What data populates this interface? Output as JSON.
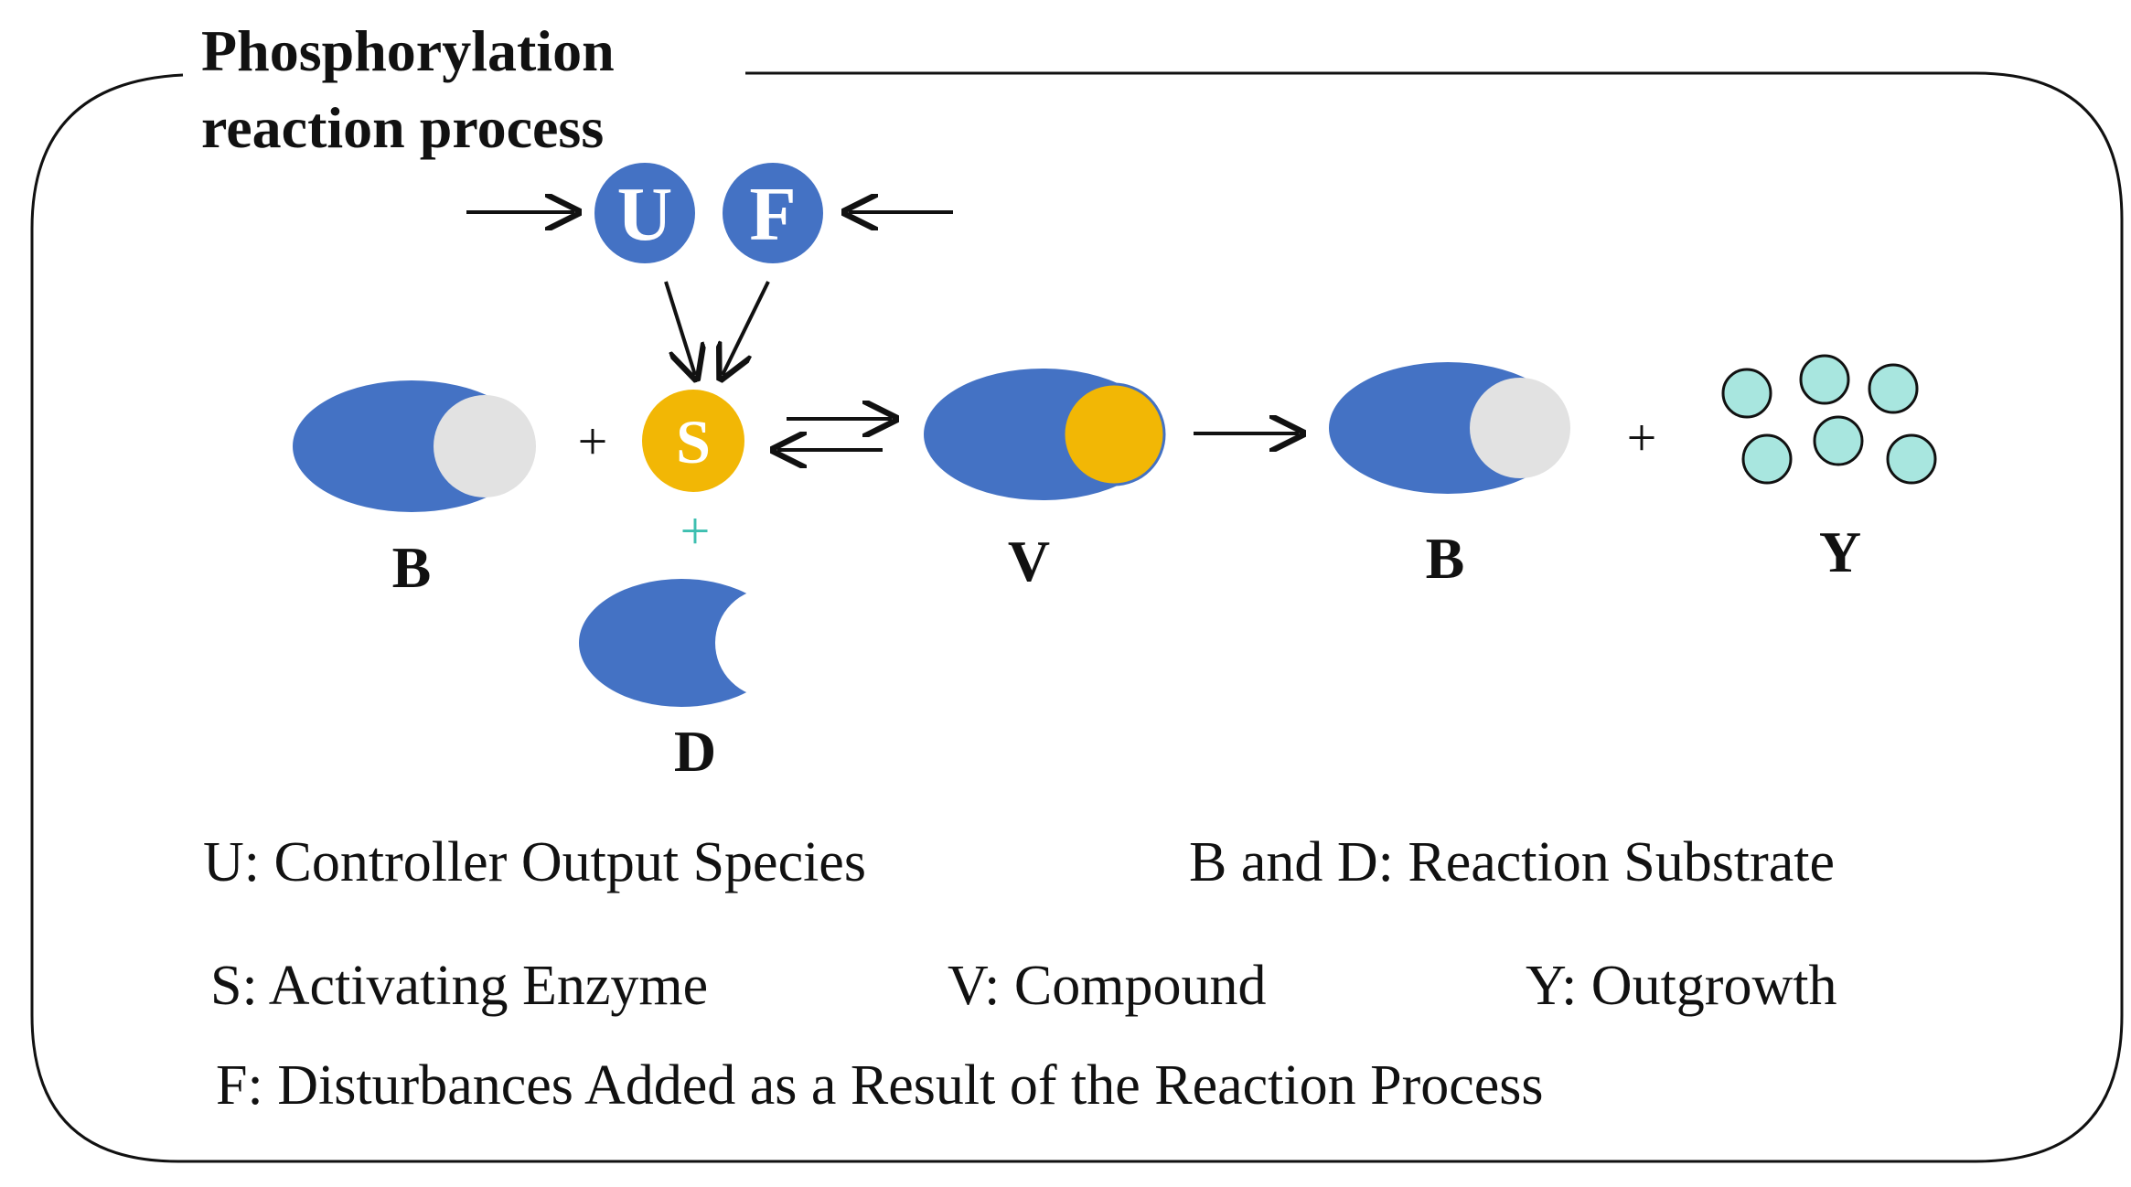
{
  "diagram": {
    "title_lines": [
      "Phosphorylation",
      "reaction process"
    ],
    "nodes": {
      "u": "U",
      "f": "F",
      "s": "S",
      "b_left": "B",
      "d": "D",
      "v": "V",
      "b_right": "B",
      "y": "Y"
    },
    "operators": {
      "plus_bs": "+",
      "plus_sd": "+",
      "plus_by": "+"
    },
    "legend": {
      "u": "U:  Controller Output Species",
      "bd": "B and D:  Reaction Substrate",
      "s": "S:  Activating Enzyme",
      "v": "V:  Compound",
      "y": "Y:  Outgrowth",
      "f": "F:  Disturbances Added as a Result of the Reaction Process"
    },
    "colors": {
      "blue": "#4472C4",
      "gold": "#F2B705",
      "gray": "#E2E2E2",
      "teal": "#A8E6DF",
      "teal_plus": "#3DBFB0",
      "line": "#111111"
    }
  }
}
